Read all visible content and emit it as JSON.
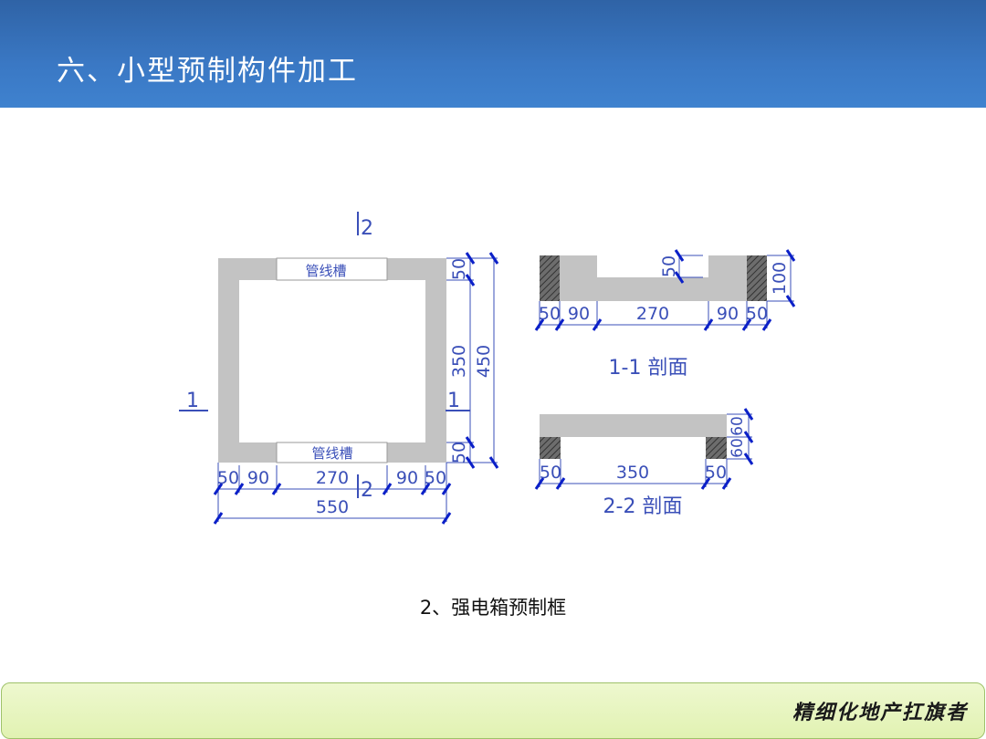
{
  "slide": {
    "title": "六、小型预制构件加工",
    "caption": "2、强电箱预制框",
    "footer_brand": "精细化地产扛旗者"
  },
  "drawing": {
    "plan": {
      "section_mark_top": "2",
      "section_mark_bottom": "2",
      "section_mark_left": "1",
      "section_mark_right": "1",
      "slot_label_top": "管线槽",
      "slot_label_bottom": "管线槽",
      "dims_bottom": [
        "50",
        "90",
        "270",
        "90",
        "50"
      ],
      "dim_total_width": "550",
      "dims_right": [
        "50",
        "350",
        "50"
      ],
      "dim_total_height": "450"
    },
    "section_1_1": {
      "label": "1-1 剖面",
      "dims_bottom": [
        "50",
        "90",
        "270",
        "90",
        "50"
      ],
      "dim_slot_depth": "50",
      "dim_height": "100"
    },
    "section_2_2": {
      "label": "2-2 剖面",
      "dims_bottom": [
        "50",
        "350",
        "50"
      ],
      "dims_right": [
        "60",
        "60"
      ]
    }
  },
  "colors": {
    "header": "#3a78c4",
    "concrete": "#c3c3c3",
    "dimension": "#3a4fb8",
    "tick": "#0b20c8",
    "footer": "#e6f4bf"
  }
}
